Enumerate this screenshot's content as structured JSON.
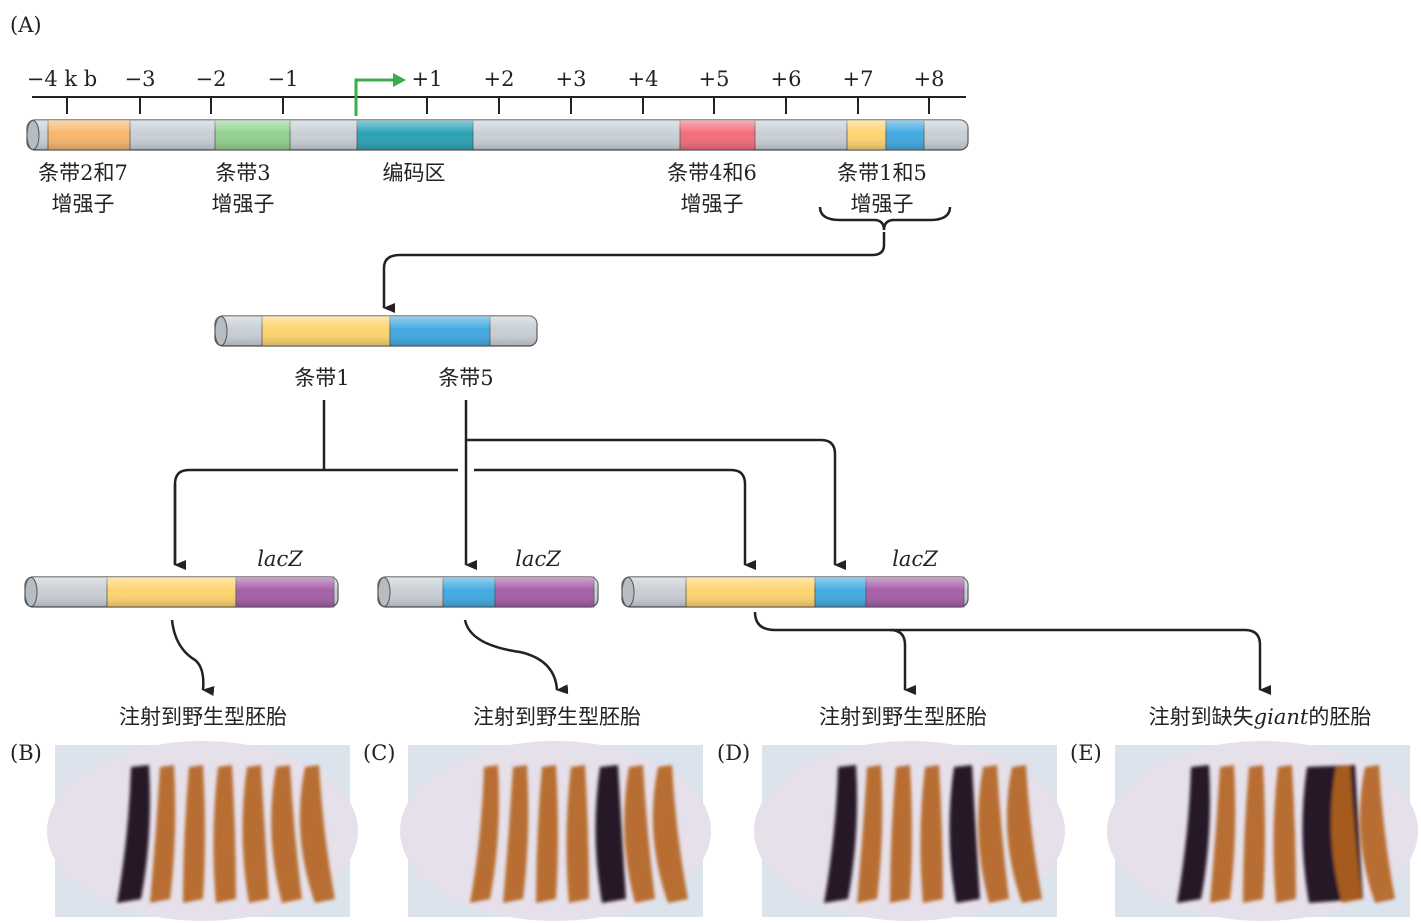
{
  "panel_labels": {
    "A": "(A)",
    "B": "(B)",
    "C": "(C)",
    "D": "(D)",
    "E": "(E)"
  },
  "scale": {
    "ticks": [
      "−4 k b",
      "−3",
      "−2",
      "−1",
      "+1",
      "+2",
      "+3",
      "+4",
      "+5",
      "+6",
      "+7",
      "+8"
    ]
  },
  "gene": {
    "labels": {
      "stripe27_l1": "条带2和7",
      "stripe27_l2": "增强子",
      "stripe3_l1": "条带3",
      "stripe3_l2": "增强子",
      "coding": "编码区",
      "stripe46_l1": "条带4和6",
      "stripe46_l2": "增强子",
      "stripe15_l1": "条带1和5",
      "stripe15_l2": "增强子"
    }
  },
  "excerpt": {
    "stripe1": "条带1",
    "stripe5": "条带5"
  },
  "constructs": {
    "lacz": "lacZ"
  },
  "captions": {
    "B": "注射到野生型胚胎",
    "C": "注射到野生型胚胎",
    "D": "注射到野生型胚胎",
    "E_pre": "注射到缺失",
    "E_gene": "giant",
    "E_post": "的胚胎"
  },
  "embryos": {
    "B": {
      "dark_stripes": [
        1
      ]
    },
    "C": {
      "dark_stripes": [
        5
      ]
    },
    "D": {
      "dark_stripes": [
        1,
        5
      ]
    },
    "E": {
      "dark_stripes": [
        1,
        5
      ],
      "expanded": [
        5
      ]
    }
  },
  "colors": {
    "gray": "#c8cfd5",
    "orange": "#f8b66c",
    "green": "#92d28f",
    "teal": "#2aa2b4",
    "red": "#f26d7b",
    "yellow": "#fdd46e",
    "blue": "#42aae2",
    "purple": "#a55fa8",
    "arrow_green": "#3cab4a"
  }
}
